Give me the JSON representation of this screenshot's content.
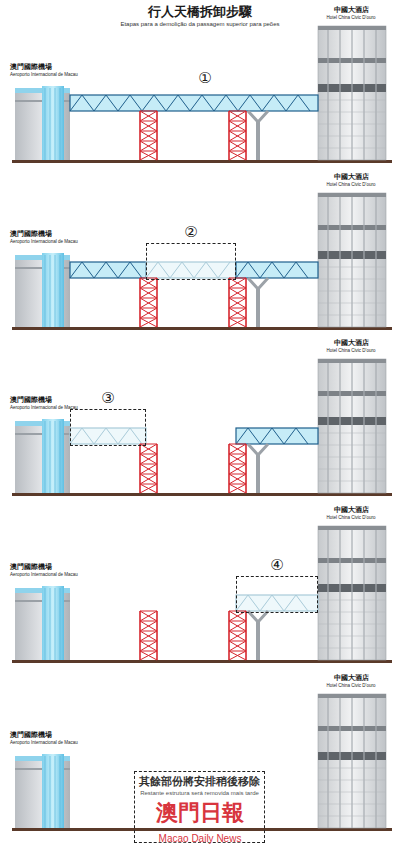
{
  "diagram": {
    "title": "行人天橋拆卸步驟",
    "nodes": [
      {
        "text": [
          "澳門國際機場",
          "Aeroporto Internacional de Macau"
        ]
      },
      {
        "text": [
          "中國大酒店",
          "Hotel China Civic D'ouro"
        ]
      },
      {
        "text": [
          "澳門國際機場",
          "Aeroporto Internacional de Macau"
        ]
      },
      {
        "text": [
          "②"
        ]
      },
      {
        "text": [
          "中國大酒店",
          "Hotel China Civic D'ouro"
        ]
      },
      {
        "text": [
          "澳門國際機場",
          "Aeroporto Internacional de Macau"
        ]
      },
      {
        "text": [
          "③"
        ]
      },
      {
        "text": [
          "中國大酒店",
          "Hotel China Civic D'ouro"
        ]
      },
      {
        "text": [
          "澳門國際機場",
          "Aeroporto Internacional de Macau"
        ]
      },
      {
        "text": [
          "④"
        ]
      },
      {
        "text": [
          "中國大酒店",
          "Hotel China Civic D'ouro"
        ]
      },
      {
        "text": [
          "澳門國際機場",
          "Aeroporto Internacional de Macau"
        ]
      },
      {
        "text": [
          "其餘部份將安排稍後移除",
          "Restante estrutura será removida mais tarde"
        ]
      },
      {
        "text": [
          "中國大酒店",
          "Hotel China Civic D'ouro"
        ]
      }
    ],
    "labels": [
      "Etapas para a demolição da passagem superior para peões",
      "①",
      "澳門日報",
      "Macao Daily News"
    ]
  }
}
